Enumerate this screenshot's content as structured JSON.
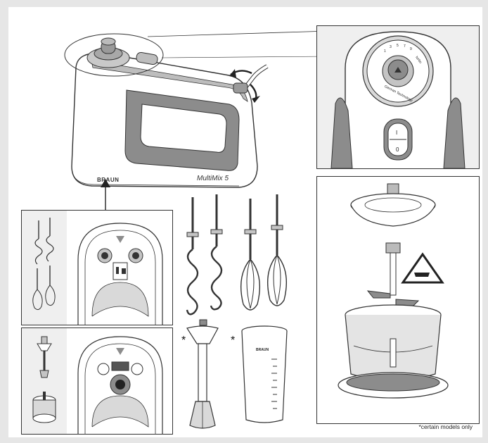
{
  "mixer": {
    "brand_label": "BRAUN",
    "model_label": "MultiMix 5"
  },
  "speed_dial": {
    "ticks": [
      "1",
      "3",
      "5",
      "7",
      "9"
    ],
    "turbo_label": "turbo",
    "subtitle": "German Technology"
  },
  "switch": {
    "on_symbol": "I",
    "off_symbol": "0"
  },
  "markers": {
    "optional_asterisk": "*"
  },
  "beaker": {
    "brand_label": "BRAUN"
  },
  "footnote": "*certain models only",
  "colors": {
    "outline": "#333333",
    "grey_fill": "#8c8c8c",
    "light_grey": "#d9d9d9",
    "panel_bg": "#efefef"
  }
}
